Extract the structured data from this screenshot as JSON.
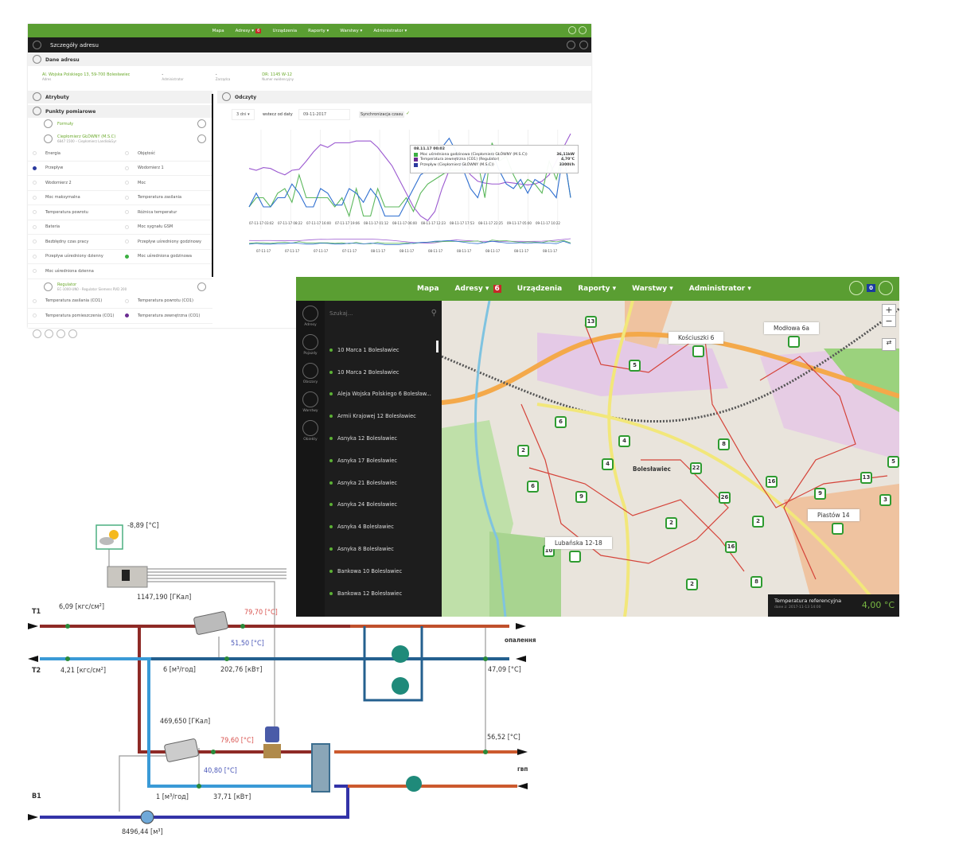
{
  "address_screen": {
    "nav": [
      "Mapa",
      "Adresy",
      "Urządzenia",
      "Raporty",
      "Warstwy",
      "Administrator"
    ],
    "nav_badge": "6",
    "header_title": "Szczegóły adresu",
    "sections": {
      "address": "Dane adresu",
      "attributes": "Atrybuty",
      "points": "Punkty pomiarowe",
      "readings": "Odczyty"
    },
    "address": {
      "value": "Al. Wojska Polskiego 13, 59-700 Bolesławiec",
      "value_label": "Adres",
      "admin": "-",
      "admin_label": "Administrator",
      "manager": "-",
      "manager_label": "Zarządca",
      "reg": "DR: 1145 W-12",
      "reg_label": "Numer ewidencyjny"
    },
    "devices": [
      {
        "name": "Formuły",
        "sub": ""
      },
      {
        "name": "Ciepłomierz GŁÓWNY (M.S.C)",
        "sub": "6847 1500 – Ciepłomierz Landis&Gyr"
      },
      {
        "name": "Regulator",
        "sub": "EC-1000-UN0 - Regulator Siemens RVD 200"
      }
    ],
    "meter_params": [
      [
        "Energia",
        "Objętość"
      ],
      [
        "Przepływ",
        "Wodomierz 1"
      ],
      [
        "Wodomierz 2",
        "Moc"
      ],
      [
        "Moc maksymalna",
        "Temperatura zasilania"
      ],
      [
        "Temperatura powrotu",
        "Różnica temperatur"
      ],
      [
        "Bateria",
        "Moc sygnału GSM"
      ],
      [
        "Bezbłędny czas pracy",
        "Przepływ uśredniony godzinowy"
      ],
      [
        "Przepływ uśredniony dzienny",
        "Moc uśredniona godzinowa"
      ],
      [
        "Moc uśredniona dzienna",
        ""
      ]
    ],
    "regulator_params": [
      [
        "Temperatura zasilania (CO1)",
        "Temperatura powrotu (CO1)"
      ],
      [
        "Temperatura pomieszczenia (CO1)",
        "Temperatura zewnętrzna (CO1)"
      ]
    ],
    "controls": {
      "range": "3 dni",
      "from_label": "wstecz od daty",
      "date": "09-11-2017",
      "sync": "Synchronizacja czasu",
      "sync_check": "✓"
    },
    "tooltip": {
      "title": "08.11.17 00:02",
      "rows": [
        {
          "label": "Moc uśredniona godzinowa (Ciepłomierz GŁÓWNY (M.S.C))",
          "value": "36,11kW",
          "color": "#3cb043"
        },
        {
          "label": "Temperatura zewnętrzna (CO1) (Regulator)",
          "value": "4,70°C",
          "color": "#6a2c91"
        },
        {
          "label": "Przepływ (Ciepłomierz GŁÓWNY (M.S.C))",
          "value": "3300l/h",
          "color": "#2b3a9e"
        }
      ]
    },
    "chart_data": {
      "type": "line",
      "x_labels": [
        "07-11-17 03:02",
        "07-11-17 08:22",
        "07-11-17 16:00",
        "07-11-17 19:06",
        "08-11-17 01:12",
        "08-11-17 06:00",
        "08-11-17 12:23",
        "08-11-17 17:53",
        "08-11-17 22:25",
        "09-11-17 05:00",
        "09-11-17 10:22"
      ],
      "navigator_labels": [
        "07-11-17",
        "07-11-17",
        "07-11-17",
        "07-11-17",
        "08-11-17",
        "08-11-17",
        "08-11-17",
        "08-11-17",
        "08-11-17",
        "08-11-17",
        "08-11-17"
      ],
      "ylim": [
        0,
        100
      ],
      "series": [
        {
          "name": "Temperatura zewnętrzna (CO1)",
          "color": "#9b59d0",
          "values": [
            62,
            60,
            63,
            62,
            58,
            55,
            60,
            61,
            70,
            80,
            88,
            85,
            90,
            90,
            90,
            92,
            92,
            92,
            85,
            75,
            65,
            50,
            35,
            20,
            10,
            5,
            15,
            40,
            60,
            75,
            65,
            55,
            48,
            46,
            45,
            45,
            47,
            46,
            45,
            44,
            45,
            48,
            55,
            70,
            85,
            100
          ]
        },
        {
          "name": "Moc uśredniona godzinowa",
          "color": "#5cb85c",
          "values": [
            20,
            30,
            30,
            20,
            35,
            40,
            25,
            55,
            30,
            30,
            30,
            30,
            20,
            30,
            10,
            40,
            10,
            10,
            40,
            20,
            20,
            20,
            30,
            15,
            35,
            45,
            50,
            55,
            60,
            60,
            60,
            60,
            70,
            30,
            90,
            70,
            75,
            55,
            40,
            50,
            45,
            35,
            70,
            50,
            80,
            30
          ]
        },
        {
          "name": "Przepływ",
          "color": "#2f6fd0",
          "values": [
            20,
            35,
            20,
            20,
            30,
            30,
            45,
            35,
            20,
            20,
            40,
            35,
            22,
            22,
            40,
            35,
            25,
            40,
            30,
            10,
            10,
            10,
            25,
            40,
            55,
            60,
            80,
            85,
            95,
            80,
            60,
            40,
            30,
            55,
            80,
            60,
            45,
            40,
            50,
            35,
            50,
            45,
            40,
            30,
            80,
            30
          ]
        }
      ]
    }
  },
  "map_screen": {
    "nav": [
      "Mapa",
      "Adresy",
      "Urządzenia",
      "Raporty",
      "Warstwy",
      "Administrator"
    ],
    "nav_badge": "6",
    "notif_count": "0",
    "side_icons": [
      "Adresy",
      "Pojazdy",
      "Obszary",
      "Warstwy",
      "Obiekty"
    ],
    "search_placeholder": "Szukaj...",
    "addresses": [
      "10 Marca 1 Bolesławiec",
      "10 Marca 2 Bolesławiec",
      "Aleja Wojska Polskiego 6 Bolesław...",
      "Armii Krajowej 12 Bolesławiec",
      "Asnyka 12 Bolesławiec",
      "Asnyka 17 Bolesławiec",
      "Asnyka 21 Bolesławiec",
      "Asnyka 24 Bolesławiec",
      "Asnyka 4 Bolesławiec",
      "Asnyka 8 Bolesławiec",
      "Bankowa 10 Bolesławiec",
      "Bankowa 12 Bolesławiec"
    ],
    "clusters": [
      "13",
      "5",
      "6",
      "4",
      "2",
      "4",
      "8",
      "22",
      "6",
      "9",
      "16",
      "26",
      "9",
      "13",
      "3",
      "5",
      "2",
      "2",
      "16",
      "8",
      "2",
      "10"
    ],
    "callouts": [
      "Kościuszki 6",
      "Modłowa 6a",
      "Piastów 14",
      "Lubańska 12-18"
    ],
    "city_label": "Bolesławiec",
    "zoom_in": "+",
    "zoom_out": "−",
    "ref_temp": {
      "label": "Temperatura referencyjna",
      "date": "dane z: 2017-11-13 14:00",
      "value": "4,00 °C"
    }
  },
  "diagram": {
    "outdoor_temp": "-8,89 [°C]",
    "energy1": "1147,190 [ГКал]",
    "t1": "T1",
    "t2": "T2",
    "b1": "B1",
    "p1": "6,09 [кгс/см²]",
    "p2": "4,21 [кгс/см²]",
    "t_supply": "79,70 [°C]",
    "t_return": "51,50 [°C]",
    "flow1": "6 [м³/год]",
    "power1": "202,76 [кВт]",
    "heating": "опалення",
    "t_heating": "47,09 [°C]",
    "energy2": "469,650 [ГКал]",
    "t_supply2": "79,60 [°C]",
    "t_return2": "40,80 [°C]",
    "flow2": "1 [м³/год]",
    "power2": "37,71 [кВт]",
    "hot_water": "гвп",
    "t_hot": "56,52 [°C]",
    "water_volume": "8496,44 [м³]"
  }
}
